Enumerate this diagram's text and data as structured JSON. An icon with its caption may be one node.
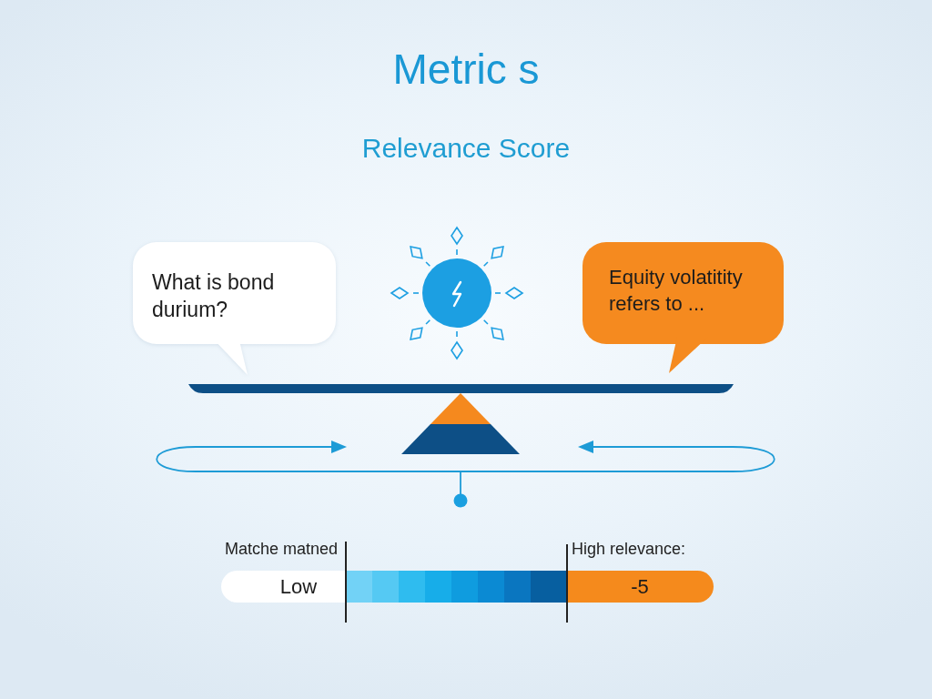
{
  "diagram": {
    "title": "Metric s",
    "nodes": [
      {
        "text": [
          "What is bond durium?"
        ]
      },
      {
        "text": [
          "Equity volatitity refers to ..."
        ]
      }
    ],
    "labels": [
      "Relevance Score",
      "Matche matned",
      "High relevance:",
      "Low",
      "-5"
    ]
  }
}
